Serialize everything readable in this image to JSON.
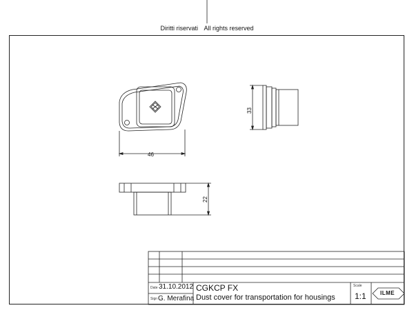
{
  "header": {
    "rights_it": "Diritti riservati",
    "rights_en": "All rights reserved"
  },
  "dimensions": {
    "width_front": "46",
    "height_side": "33",
    "height_bottom": "22"
  },
  "title_block": {
    "date_label": "Date",
    "date_value": "31.10.2012",
    "sign_label": "Sign",
    "sign_value": "G. Merafina",
    "part_code": "CGKCP FX",
    "description": "Dust cover for transportation for housings",
    "scale_label": "Scale",
    "scale_value": "1:1",
    "logo_text": "ILME"
  },
  "colors": {
    "line": "#222222",
    "background": "#ffffff"
  }
}
